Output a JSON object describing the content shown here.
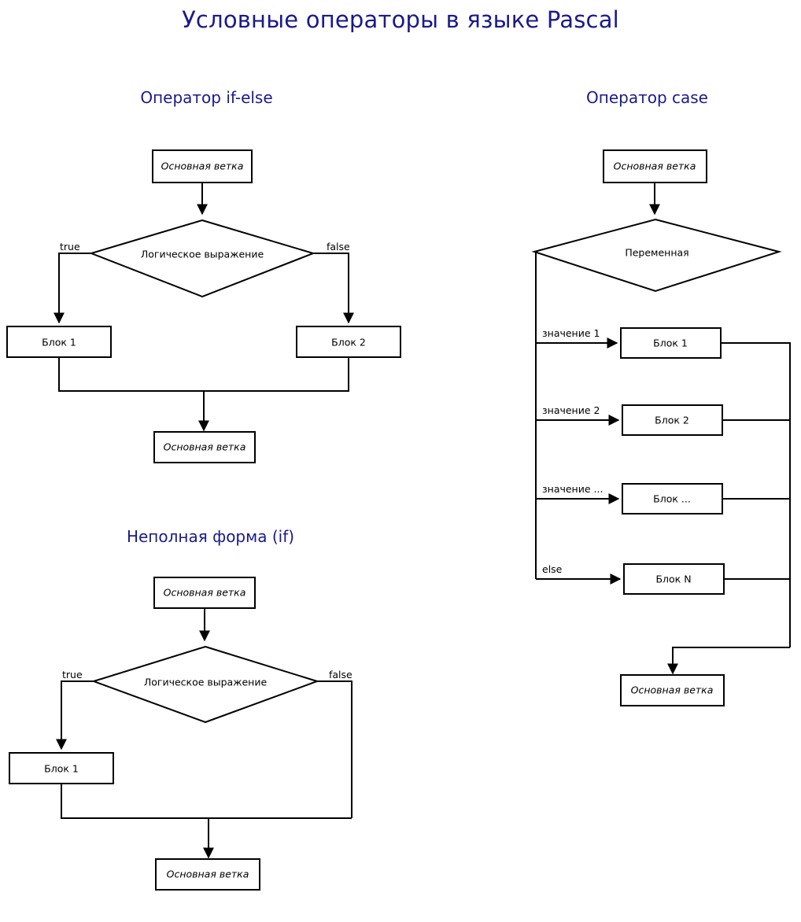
{
  "page": {
    "title": "Условные операторы в языке Pascal",
    "title_color": "#1a1a8c",
    "background": "#ffffff"
  },
  "palette": {
    "lavender": "#ebebfa",
    "teal_gray": "#d5e2e0",
    "light_cyan": "#d6eff5",
    "pink": "#f2d6dd",
    "outline": "#000000"
  },
  "sections": {
    "if_else": {
      "title": "Оператор if-else",
      "nodes": {
        "start": "Основная ветка",
        "condition": "Логическое выражение",
        "block_true": "Блок 1",
        "block_false": "Блок 2",
        "end": "Основная ветка"
      },
      "edge_labels": {
        "true": "true",
        "false": "false"
      }
    },
    "if_only": {
      "title": "Неполная форма (if)",
      "nodes": {
        "start": "Основная ветка",
        "condition": "Логическое выражение",
        "block_true": "Блок 1",
        "end": "Основная ветка"
      },
      "edge_labels": {
        "true": "true",
        "false": "false"
      }
    },
    "case": {
      "title": "Оператор case",
      "nodes": {
        "start": "Основная ветка",
        "selector": "Переменная",
        "end": "Основная ветка"
      },
      "branches": [
        {
          "label": "значение 1",
          "block": "Блок 1",
          "color": "#ebebfa"
        },
        {
          "label": "значение 2",
          "block": "Блок 2",
          "color": "#d6eff5"
        },
        {
          "label": "значение ...",
          "block": "Блок ...",
          "color": "#f2d6dd"
        },
        {
          "label": "else",
          "block": "Блок N",
          "color": "#d5e2e0"
        }
      ]
    }
  }
}
